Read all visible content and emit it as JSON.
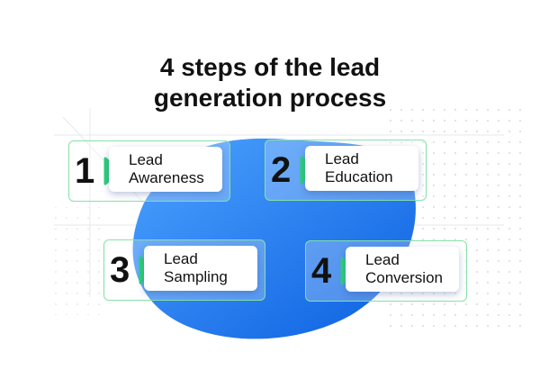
{
  "title": {
    "line1": "4 steps of the lead",
    "line2": "generation process"
  },
  "colors": {
    "blob_light": "#4ea3ff",
    "blob_dark": "#0b66e8",
    "accent_green": "#2ed07a",
    "border_green": "#86e0a8",
    "text": "#111111"
  },
  "steps": [
    {
      "number": "1",
      "line1": "Lead",
      "line2": "Awareness"
    },
    {
      "number": "2",
      "line1": "Lead",
      "line2": "Education"
    },
    {
      "number": "3",
      "line1": "Lead",
      "line2": "Sampling"
    },
    {
      "number": "4",
      "line1": "Lead",
      "line2": "Conversion"
    }
  ]
}
